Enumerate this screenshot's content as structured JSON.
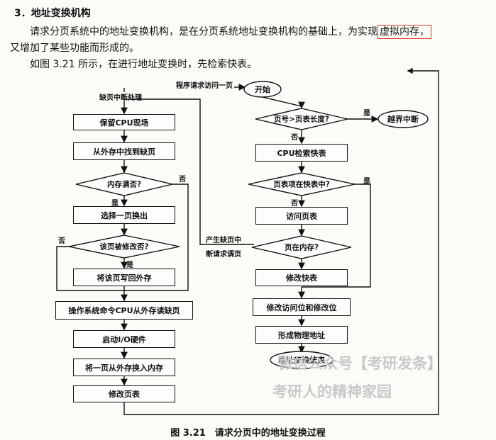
{
  "section_heading": "3．地址变换机构",
  "paragraph": {
    "line1_before": "请求分页系统中的地址变换机构，是在分页系统地址变换机构的基础上，为实现",
    "line1_highlight": "虚拟内存，",
    "line2": "又增加了某些功能而形成的。",
    "line3": "如图 3.21 所示，在进行地址变换时，先检索快表。"
  },
  "flowchart": {
    "left": {
      "title": "缺页中断处理",
      "save_cpu": "保留CPU现场",
      "find_page": "从外存中找到缺页",
      "mem_full": "内存满否?",
      "select_swap": "选择一页换出",
      "modified": "该页被修改否?",
      "write_back": "将该页写回外存",
      "os_read": "操作系统命令CPU从外存读缺页",
      "start_io": "启动I/O硬件",
      "swap_in": "将一页从外存换入内存",
      "modify_tlb": "修改页表"
    },
    "right": {
      "program_request": "程序请求访问一页",
      "start": "开始",
      "page_gt_len": "页号>页表长度?",
      "boundary_interrupt": "越界中断",
      "cpu_search": "CPU检索快表",
      "in_tlb": "页表项在快表中?",
      "access_pt": "访问页表",
      "in_memory": "页在内存?",
      "modify_fast": "修改快表",
      "modify_bits": "修改访问位和修改位",
      "form_addr": "形成物理地址",
      "end": "地址变换结束"
    },
    "page_fault_line1": "产生缺页中",
    "page_fault_line2": "断请求调页",
    "yes": "是",
    "no": "否"
  },
  "caption": "图 3.21　请求分页中的地址变换过程",
  "watermark": {
    "line1": "微信公众号【考研发条】",
    "line2": "考研人的精神家园"
  }
}
